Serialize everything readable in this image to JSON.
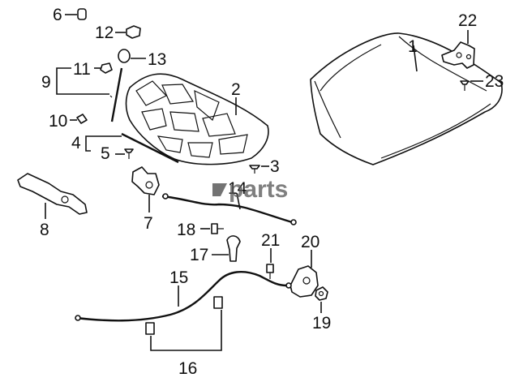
{
  "labels": {
    "p1": "1",
    "p2": "2",
    "p3": "3",
    "p4": "4",
    "p5": "5",
    "p6": "6",
    "p7": "7",
    "p8": "8",
    "p9": "9",
    "p10": "10",
    "p11": "11",
    "p12": "12",
    "p13": "13",
    "p14": "14",
    "p15": "15",
    "p16": "16",
    "p17": "17",
    "p18": "18",
    "p19": "19",
    "p20": "20",
    "p21": "21",
    "p22": "22",
    "p23": "23"
  },
  "watermark": {
    "text": "parts"
  }
}
